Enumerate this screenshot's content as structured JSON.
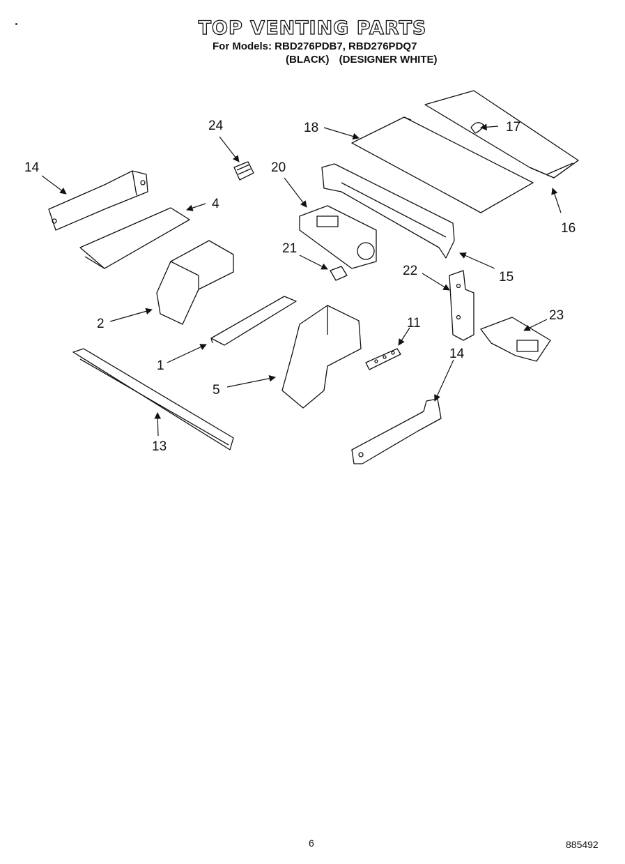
{
  "header": {
    "title": "TOP VENTING PARTS",
    "models_line": "For Models: RBD276PDB7, RBD276PDQ7",
    "variant_black": "(BLACK)",
    "variant_white": "(DESIGNER WHITE)"
  },
  "callouts": {
    "c24": "24",
    "c18": "18",
    "c17": "17",
    "c14a": "14",
    "c20": "20",
    "c4": "4",
    "c16": "16",
    "c21": "21",
    "c15": "15",
    "c22": "22",
    "c2": "2",
    "c23": "23",
    "c11": "11",
    "c14b": "14",
    "c1": "1",
    "c5": "5",
    "c13": "13"
  },
  "footer": {
    "page_number": "6",
    "doc_number": "885492"
  }
}
